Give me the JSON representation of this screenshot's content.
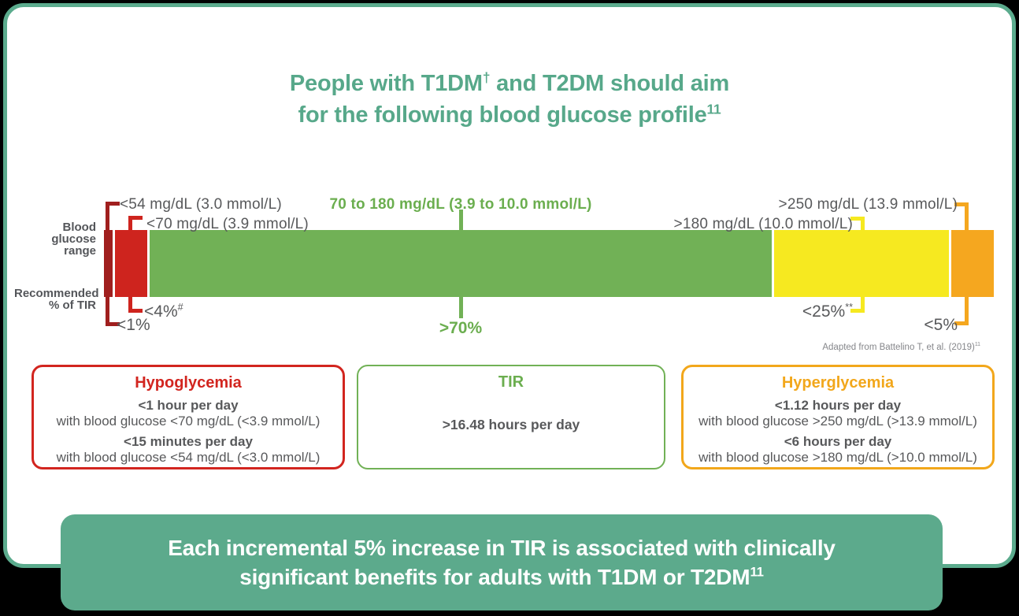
{
  "colors": {
    "background": "#000000",
    "card_border": "#5BAB8D",
    "title_text": "#57A88A",
    "body_text": "#58595B",
    "very_low_dark_red": "#A01F1E",
    "low_red": "#CE241E",
    "target_green": "#71B156",
    "green_text": "#6BAE4F",
    "high_yellow": "#F6E920",
    "very_high_orange": "#F5A71F",
    "hyper_orange_text": "#F2A71B",
    "callout_teal": "#5CAA8C"
  },
  "title": {
    "l1a": "People with T1DM",
    "l1sup": "†",
    "l1b": " and T2DM should aim",
    "l2a": "for the following blood glucose profile",
    "l2sup": "11"
  },
  "diagram": {
    "row_label_top": {
      "l1": "Blood",
      "l2": "glucose",
      "l3": "range"
    },
    "row_label_bottom": {
      "l1": "Recommended",
      "l2": "% of TIR"
    },
    "labels": {
      "very_low_range": "<54 mg/dL (3.0 mmol/L)",
      "low_range": "<70 mg/dL (3.9 mmol/L)",
      "target_range": "70 to 180 mg/dL (3.9 to 10.0 mmol/L)",
      "high_range": ">180 mg/dL (10.0 mmol/L)",
      "very_high_range": ">250 mg/dL (13.9 mmol/L)",
      "very_low_tir": "<1%",
      "low_tir": "<4%",
      "low_tir_sup": "#",
      "target_tir": ">70%",
      "high_tir": "<25%",
      "high_tir_sup": "**",
      "very_high_tir": "<5%"
    },
    "citation": {
      "text": "Adapted from Battelino T, et al. (2019)",
      "sup": "11"
    }
  },
  "boxes": [
    {
      "title": "Hypoglycemia",
      "groups": [
        {
          "bold": "<1 hour per day",
          "normal": "with blood glucose <70 mg/dL (<3.9 mmol/L)"
        },
        {
          "bold": "<15 minutes per day",
          "normal": "with blood glucose <54 mg/dL (<3.0 mmol/L)"
        }
      ]
    },
    {
      "title": "TIR",
      "value": ">16.48 hours per day"
    },
    {
      "title": "Hyperglycemia",
      "groups": [
        {
          "bold": "<1.12 hours per day",
          "normal": "with blood glucose >250 mg/dL (>13.9 mmol/L)"
        },
        {
          "bold": "<6 hours per day",
          "normal": "with blood glucose >180 mg/dL (>10.0 mmol/L)"
        }
      ]
    }
  ],
  "callout": {
    "line1": "Each incremental 5% increase in TIR is associated with clinically",
    "line2": "significant benefits for adults with T1DM or T2DM",
    "sup": "11"
  },
  "chart_data": {
    "type": "bar",
    "orientation": "horizontal-stacked",
    "title": "People with T1DM and T2DM should aim for the following blood glucose profile",
    "row_labels": [
      "Blood glucose range",
      "Recommended % of TIR"
    ],
    "segments": [
      {
        "name": "very-low",
        "blood_glucose_range": "<54 mg/dL (3.0 mmol/L)",
        "recommended_pct_of_tir": "<1%",
        "color": "#A01F1E",
        "width_pct": 1.0
      },
      {
        "name": "low",
        "blood_glucose_range": "<70 mg/dL (3.9 mmol/L)",
        "recommended_pct_of_tir": "<4%",
        "color": "#CE241E",
        "width_pct": 3.7
      },
      {
        "name": "in-range",
        "blood_glucose_range": "70 to 180 mg/dL (3.9 to 10.0 mmol/L)",
        "recommended_pct_of_tir": ">70%",
        "color": "#71B156",
        "width_pct": 70.7
      },
      {
        "name": "high",
        "blood_glucose_range": ">180 mg/dL (10.0 mmol/L)",
        "recommended_pct_of_tir": "<25%",
        "color": "#F6E920",
        "width_pct": 19.8
      },
      {
        "name": "very-high",
        "blood_glucose_range": ">250 mg/dL (13.9 mmol/L)",
        "recommended_pct_of_tir": "<5%",
        "color": "#F5A71F",
        "width_pct": 4.8
      }
    ],
    "time_equivalents": {
      "tir": ">16.48 hours per day",
      "hypoglycemia_below_70": "<1 hour per day",
      "hypoglycemia_below_54": "<15 minutes per day",
      "hyperglycemia_above_250": "<1.12 hours per day",
      "hyperglycemia_above_180": "<6 hours per day"
    },
    "source": "Adapted from Battelino T, et al. (2019)"
  }
}
